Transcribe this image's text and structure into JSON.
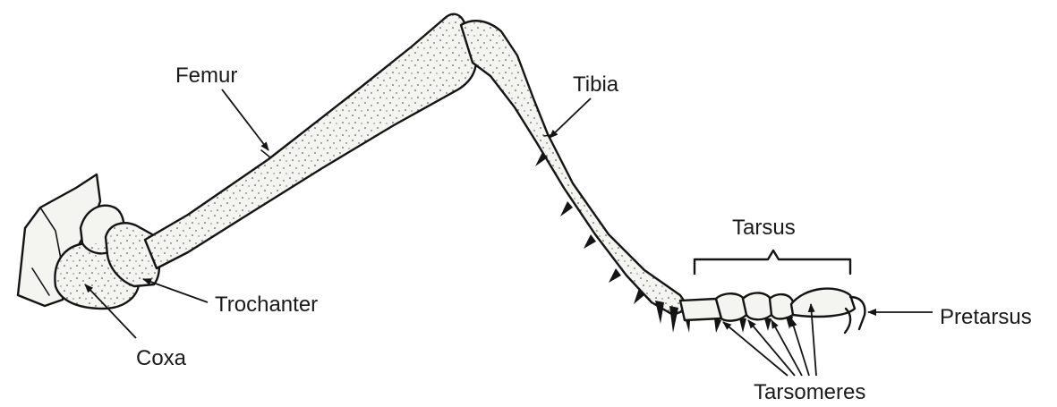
{
  "labels": {
    "femur": "Femur",
    "tibia": "Tibia",
    "tarsus": "Tarsus",
    "trochanter": "Trochanter",
    "coxa": "Coxa",
    "pretarsus": "Pretarsus",
    "tarsomeres": "Tarsomeres"
  },
  "colors": {
    "ink": "#141414",
    "background": "#ffffff",
    "segment_fill": "#f4f4f0"
  }
}
